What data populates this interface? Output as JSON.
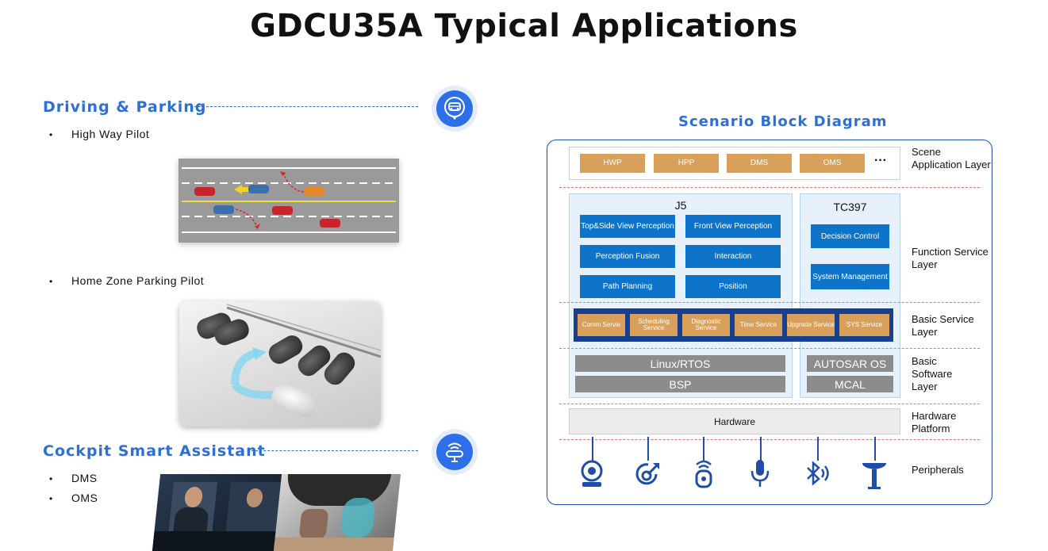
{
  "title": "GDCU35A Typical Applications",
  "left": {
    "sections": [
      {
        "title": "Driving & Parking",
        "icon": "car-icon",
        "bullets": [
          "High Way Pilot",
          "Home Zone Parking Pilot"
        ]
      },
      {
        "title": "Cockpit Smart Assistant",
        "icon": "steering-assistant-icon",
        "bullets": [
          "DMS",
          "OMS"
        ]
      }
    ]
  },
  "diagram": {
    "title": "Scenario Block Diagram",
    "scene_apps": [
      "HWP",
      "HPP",
      "DMS",
      "OMS",
      "···"
    ],
    "j5": {
      "title": "J5",
      "boxes": [
        "Top&Side View Perception",
        "Front View Perception",
        "Perception Fusion",
        "Interaction",
        "Path Planning",
        "Position"
      ]
    },
    "tc397": {
      "title": "TC397",
      "boxes": [
        "Decision Control",
        "System Management"
      ]
    },
    "basic_services": [
      "Comm Servie",
      "Scheduling Service",
      "Diagnostic Service",
      "Time Service",
      "Upgrade Service",
      "SYS Service"
    ],
    "software": [
      "Linux/RTOS",
      "BSP",
      "AUTOSAR OS",
      "MCAL"
    ],
    "hardware": "Hardware",
    "layers": [
      "Scene Application Layer",
      "Function Service  Layer",
      "Basic Service Layer",
      "Basic Software Layer",
      "Hardware Platform",
      "Peripherals"
    ],
    "peripheral_icons": [
      "camera-icon",
      "radar-icon",
      "ultrasonic-sensor-icon",
      "microphone-icon",
      "bluetooth-icon",
      "gnss-antenna-icon"
    ]
  },
  "colors": {
    "accent": "#2e6fd6",
    "tan": "#d9a05b",
    "box_blue": "#0d74c9",
    "gray": "#8c8c8c",
    "frame": "#1f4da8"
  }
}
